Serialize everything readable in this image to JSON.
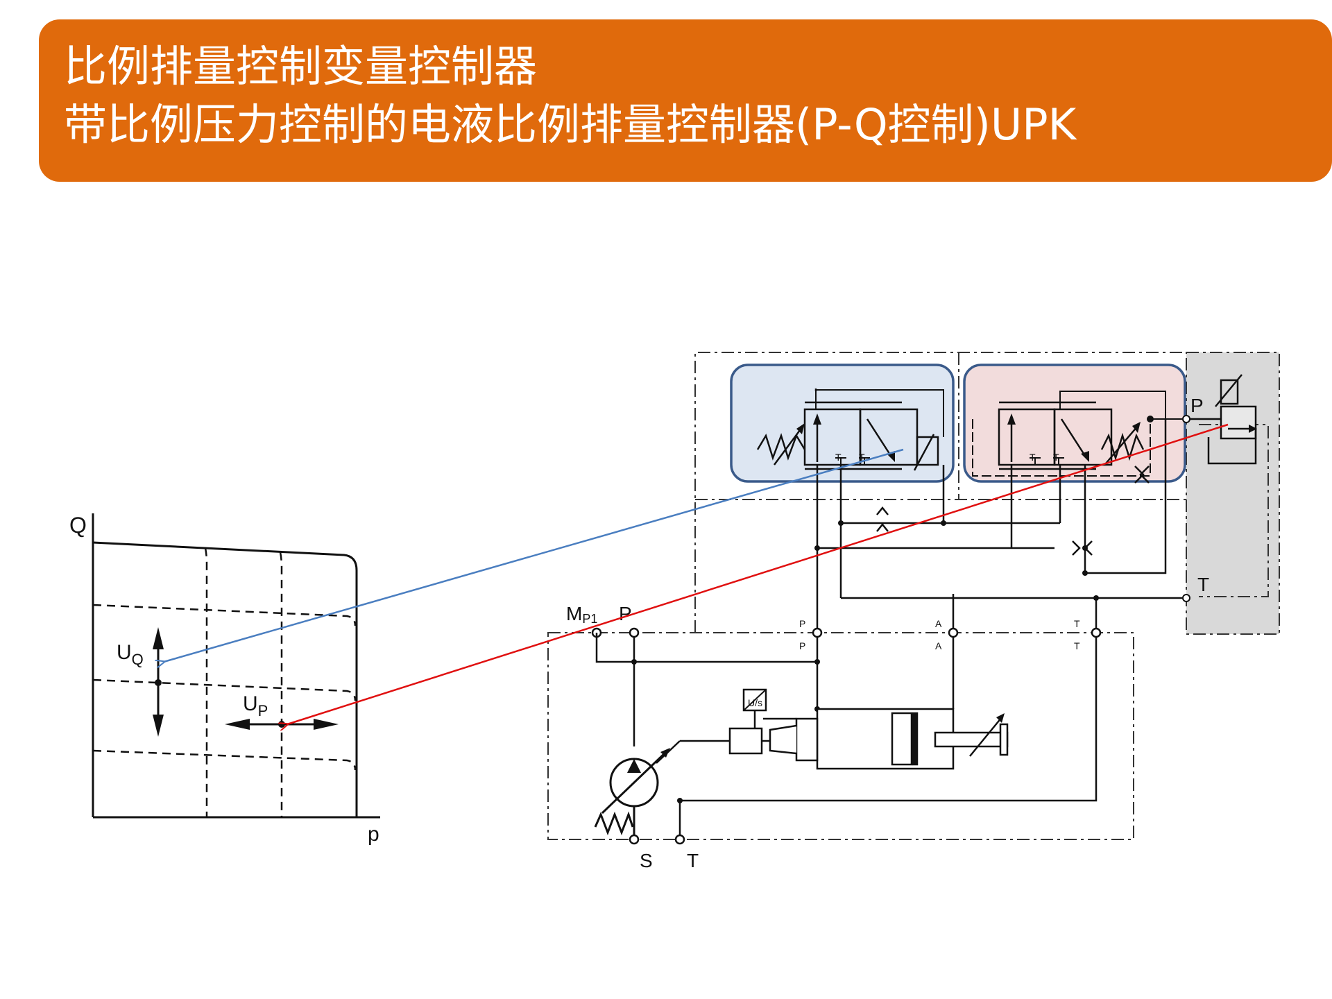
{
  "title": {
    "line1": "比例排量控制变量控制器",
    "line2": "带比例压力控制的电液比例排量控制器(P-Q控制)UPK"
  },
  "graph": {
    "y_axis": "Q",
    "x_axis": "p",
    "uq_main": "U",
    "uq_sub": "Q",
    "up_main": "U",
    "up_sub": "P"
  },
  "circuit": {
    "mp1_main": "M",
    "mp1_sub": "P1",
    "port_p_top": "P",
    "port_s": "S",
    "port_t_bottom": "T",
    "port_p_valve": "P",
    "port_t_right": "T",
    "sensor": "U/s",
    "small": {
      "p1": "P",
      "p2": "P",
      "a1": "A",
      "a2": "A",
      "t1": "T",
      "t2": "T",
      "vt1": "T",
      "vt2": "T",
      "vt3": "T",
      "vt4": "T"
    }
  },
  "colors": {
    "banner": "#e06a0c",
    "blue_box": "#dde6f2",
    "red_box": "#f2dcdc",
    "box_border": "#3a5a8a",
    "blue_arrow": "#4a7ec0",
    "red_arrow": "#e01010",
    "grey_panel": "#d9d9d9"
  }
}
